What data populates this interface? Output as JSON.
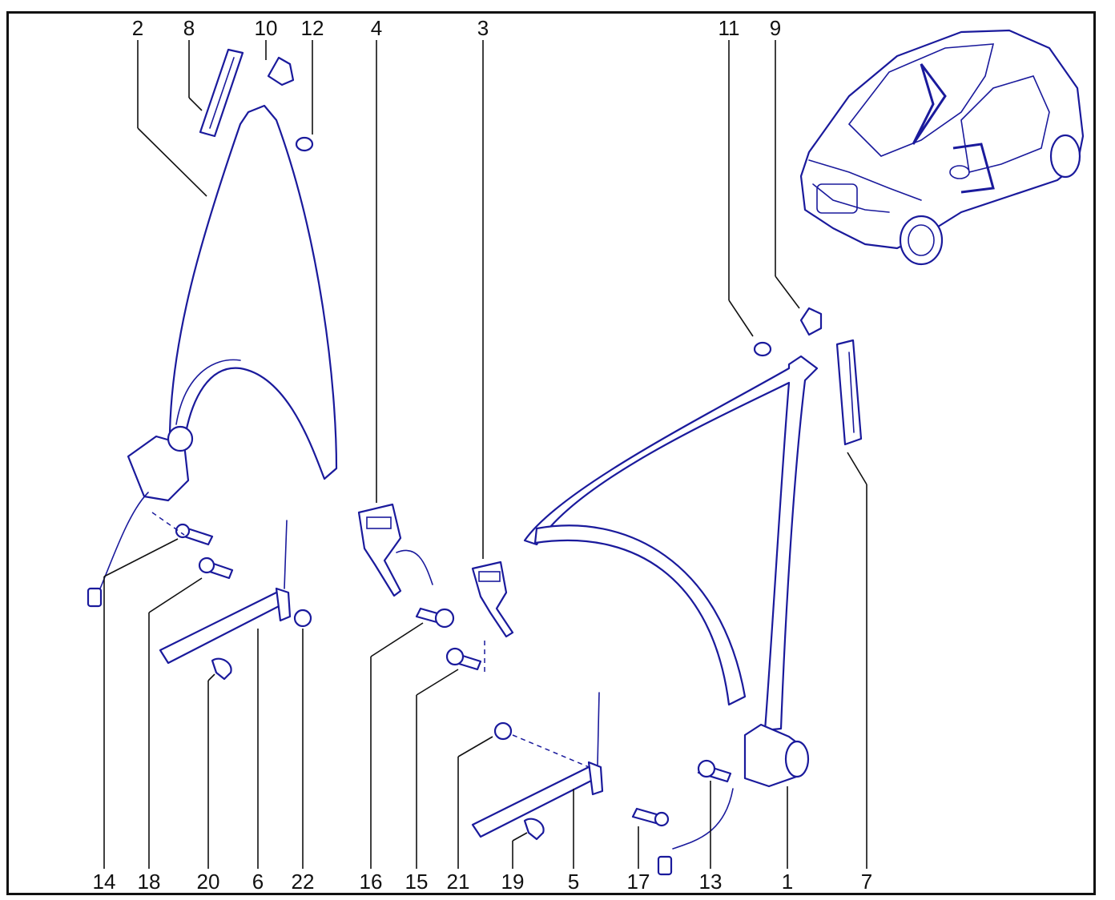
{
  "callouts": [
    "2",
    "8",
    "10",
    "12",
    "4",
    "3",
    "11",
    "9",
    "14",
    "18",
    "20",
    "6",
    "22",
    "16",
    "15",
    "21",
    "19",
    "5",
    "17",
    "13",
    "1",
    "7"
  ],
  "colors": {
    "line_art": "#1a1a9c",
    "labels": "#111111",
    "frame": "#111111",
    "background": "#ffffff"
  }
}
